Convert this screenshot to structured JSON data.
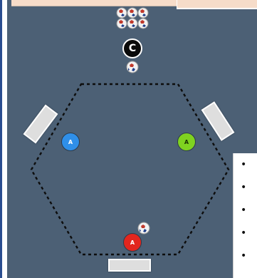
{
  "colors": {
    "court_bg": "#4c6075",
    "boundary_line": "#0d0d0d",
    "top_bar": "#f6dcc9",
    "bumper": "#dedede",
    "player_blue": "#2f8fe8",
    "player_green": "#7fd220",
    "player_red": "#e3261e",
    "coach": "#0a0a0a"
  },
  "court": {
    "shape": "hexagon",
    "boundary_style": "dashed",
    "bumper_count": 3
  },
  "ball_supply": {
    "count": 6,
    "icon": "soccer-ball-icon"
  },
  "coach": {
    "label": "C",
    "icon": "coach-token-icon"
  },
  "loose_balls": [
    {
      "name": "ball-near-coach",
      "icon": "soccer-ball-icon"
    },
    {
      "name": "ball-near-red-player",
      "icon": "soccer-ball-icon"
    }
  ],
  "players": [
    {
      "name": "player-blue",
      "label": "A",
      "color": "#2f8fe8",
      "text_color": "#ffffff"
    },
    {
      "name": "player-green",
      "label": "A",
      "color": "#7fd220",
      "text_color": "#1a3300"
    },
    {
      "name": "player-red",
      "label": "A",
      "color": "#e3261e",
      "text_color": "#ffffff"
    }
  ],
  "info_panel": {
    "bullet_count": 5,
    "bullet_glyph": "•"
  }
}
